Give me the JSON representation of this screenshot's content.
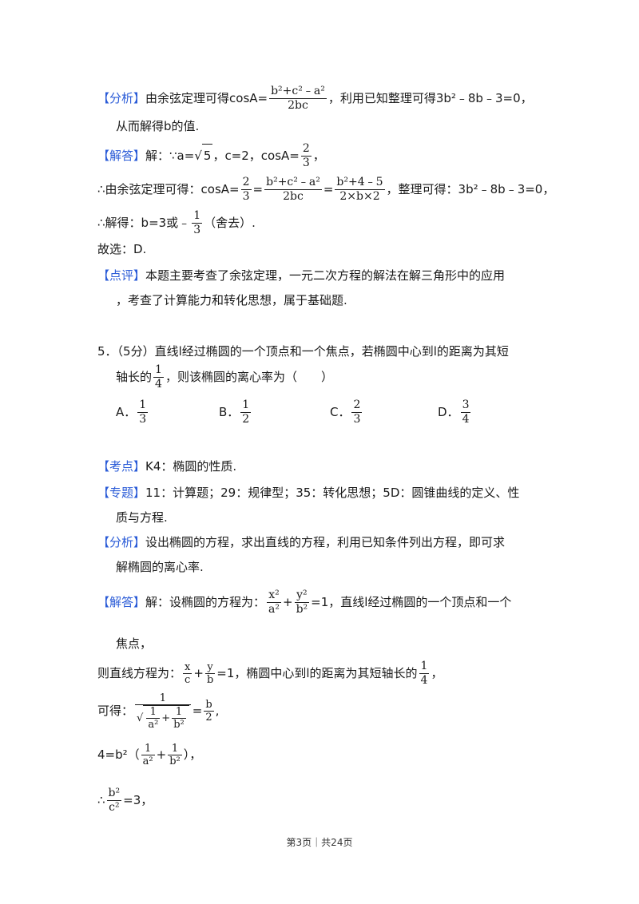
{
  "tags": {
    "analysis": "【分析】",
    "solution": "【解答】",
    "comment": "【点评】",
    "topic": "【考点】",
    "special": "【专题】"
  },
  "p1": {
    "a1": "由余弦定理可得cosA=",
    "frac1_num": "b²+c²﹣a²",
    "frac1_den": "2bc",
    "a2": "，利用已知整理可得3b²﹣8b﹣3=0，",
    "a3": "从而解得b的值."
  },
  "p2": {
    "s1": "解：∵a=",
    "sqrt5": "5",
    "s2": "，c=2，cosA=",
    "f_num": "2",
    "f_den": "3",
    "s3": "，"
  },
  "p3": {
    "s1": "∴由余弦定理可得：cosA=",
    "f1n": "2",
    "f1d": "3",
    "eq": "=",
    "f2n": "b²+c²﹣a²",
    "f2d": "2bc",
    "f3n": "b²+4﹣5",
    "f3d": "2×b×2",
    "s2": "，整理可得：3b²﹣8b﹣3=0，"
  },
  "p4": {
    "s1": "∴解得：b=3或﹣",
    "fn": "1",
    "fd": "3",
    "s2": "（舍去）."
  },
  "p5": "故选：D.",
  "p6": {
    "c1": "本题主要考查了余弦定理，一元二次方程的解法在解三角形中的应用",
    "c2": "，考查了计算能力和转化思想，属于基础题."
  },
  "q5": {
    "l1": "5．（5分）直线l经过椭圆的一个顶点和一个焦点，若椭圆中心到l的距离为其短",
    "l2a": "轴长的",
    "fn": "1",
    "fd": "4",
    "l2b": "，则该椭圆的离心率为（　　）",
    "options": [
      {
        "label": "A．",
        "n": "1",
        "d": "3"
      },
      {
        "label": "B．",
        "n": "1",
        "d": "2"
      },
      {
        "label": "C．",
        "n": "2",
        "d": "3"
      },
      {
        "label": "D．",
        "n": "3",
        "d": "4"
      }
    ]
  },
  "kd": "K4：椭圆的性质.",
  "zt": {
    "l1": "11：计算题；29：规律型；35：转化思想；5D：圆锥曲线的定义、性",
    "l2": "质与方程."
  },
  "fx": {
    "l1": "设出椭圆的方程，求出直线的方程，利用已知条件列出方程，即可求",
    "l2": "解椭圆的离心率."
  },
  "jd": {
    "l1a": "解：设椭圆的方程为：",
    "e1n": "x²",
    "e1d": "a²",
    "e2n": "y²",
    "e2d": "b²",
    "l1b": "=1，直线l经过椭圆的一个顶点和一个",
    "l2": "焦点，",
    "l3a": "则直线方程为：",
    "x": "x",
    "c": "c",
    "y": "y",
    "b": "b",
    "l3b": "=1，椭圆中心到l的距离为其短轴长的",
    "l3c": "，",
    "l4a": "可得：",
    "one": "1",
    "bn": "b",
    "two": "2",
    "l5a": "4=b²（",
    "l5b": "），",
    "l6a": "∴",
    "l6n": "b²",
    "l6d": "c²",
    "l6b": "=3，"
  },
  "footer": "第3页｜共24页"
}
